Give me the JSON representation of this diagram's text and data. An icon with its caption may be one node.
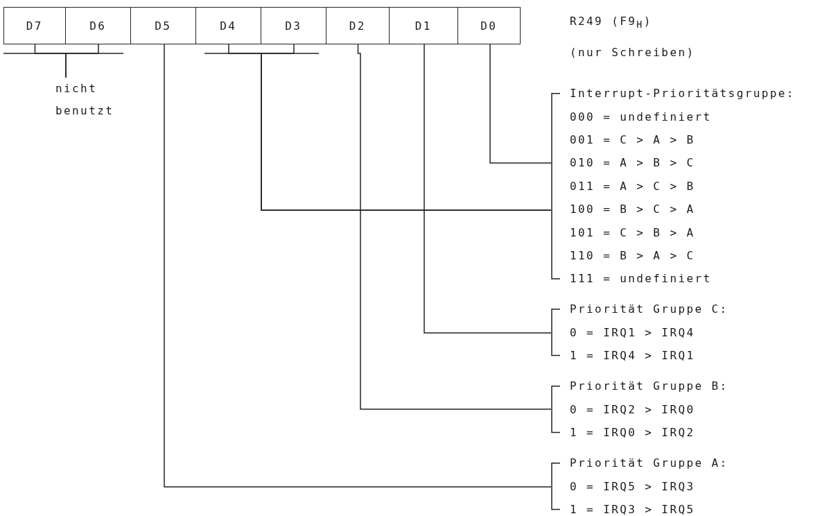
{
  "diagram": {
    "nodes": [
      {
        "text": [
          "D7"
        ]
      },
      {
        "text": [
          "D6"
        ]
      },
      {
        "text": [
          "D5"
        ]
      },
      {
        "text": [
          "D4"
        ]
      },
      {
        "text": [
          "D3"
        ]
      },
      {
        "text": [
          "D2"
        ]
      },
      {
        "text": [
          "D1"
        ]
      },
      {
        "text": [
          "D0"
        ]
      },
      {
        "text": [
          "nicht benutzt"
        ]
      },
      {
        "text": [
          "Interrupt-Prioritätsgruppe:",
          "000 = undefiniert",
          "001 = C > A > B",
          "010 = A > B > C",
          "011 = A > C > B",
          "100 = B > C > A",
          "101 = C > B > A",
          "110 = B > A > C",
          "111 = undefiniert"
        ]
      },
      {
        "text": [
          "Priorität Gruppe C:",
          "0 = IRQ1 > IRQ4",
          "1 = IRQ4 > IRQ1"
        ]
      },
      {
        "text": [
          "Priorität Gruppe B:",
          "0 = IRQ2 > IRQ0",
          "1 = IRQ0 > IRQ2"
        ]
      },
      {
        "text": [
          "Priorität Gruppe A:",
          "0 = IRQ5 > IRQ3",
          "1 = IRQ3 > IRQ5"
        ]
      }
    ],
    "edges": [
      {
        "from": 0,
        "to": 8,
        "arrow": "none"
      },
      {
        "from": 1,
        "to": 8,
        "arrow": "none"
      },
      {
        "from": 7,
        "to": 9,
        "arrow": "none"
      },
      {
        "from": 3,
        "to": 9,
        "arrow": "none"
      },
      {
        "from": 4,
        "to": 9,
        "arrow": "none"
      },
      {
        "from": 6,
        "to": 10,
        "arrow": "none"
      },
      {
        "from": 5,
        "to": 11,
        "arrow": "none"
      },
      {
        "from": 2,
        "to": 12,
        "arrow": "none"
      }
    ],
    "labels": [
      "R249 (F9$_{H}$)",
      "(nur Schreiben)"
    ]
  }
}
